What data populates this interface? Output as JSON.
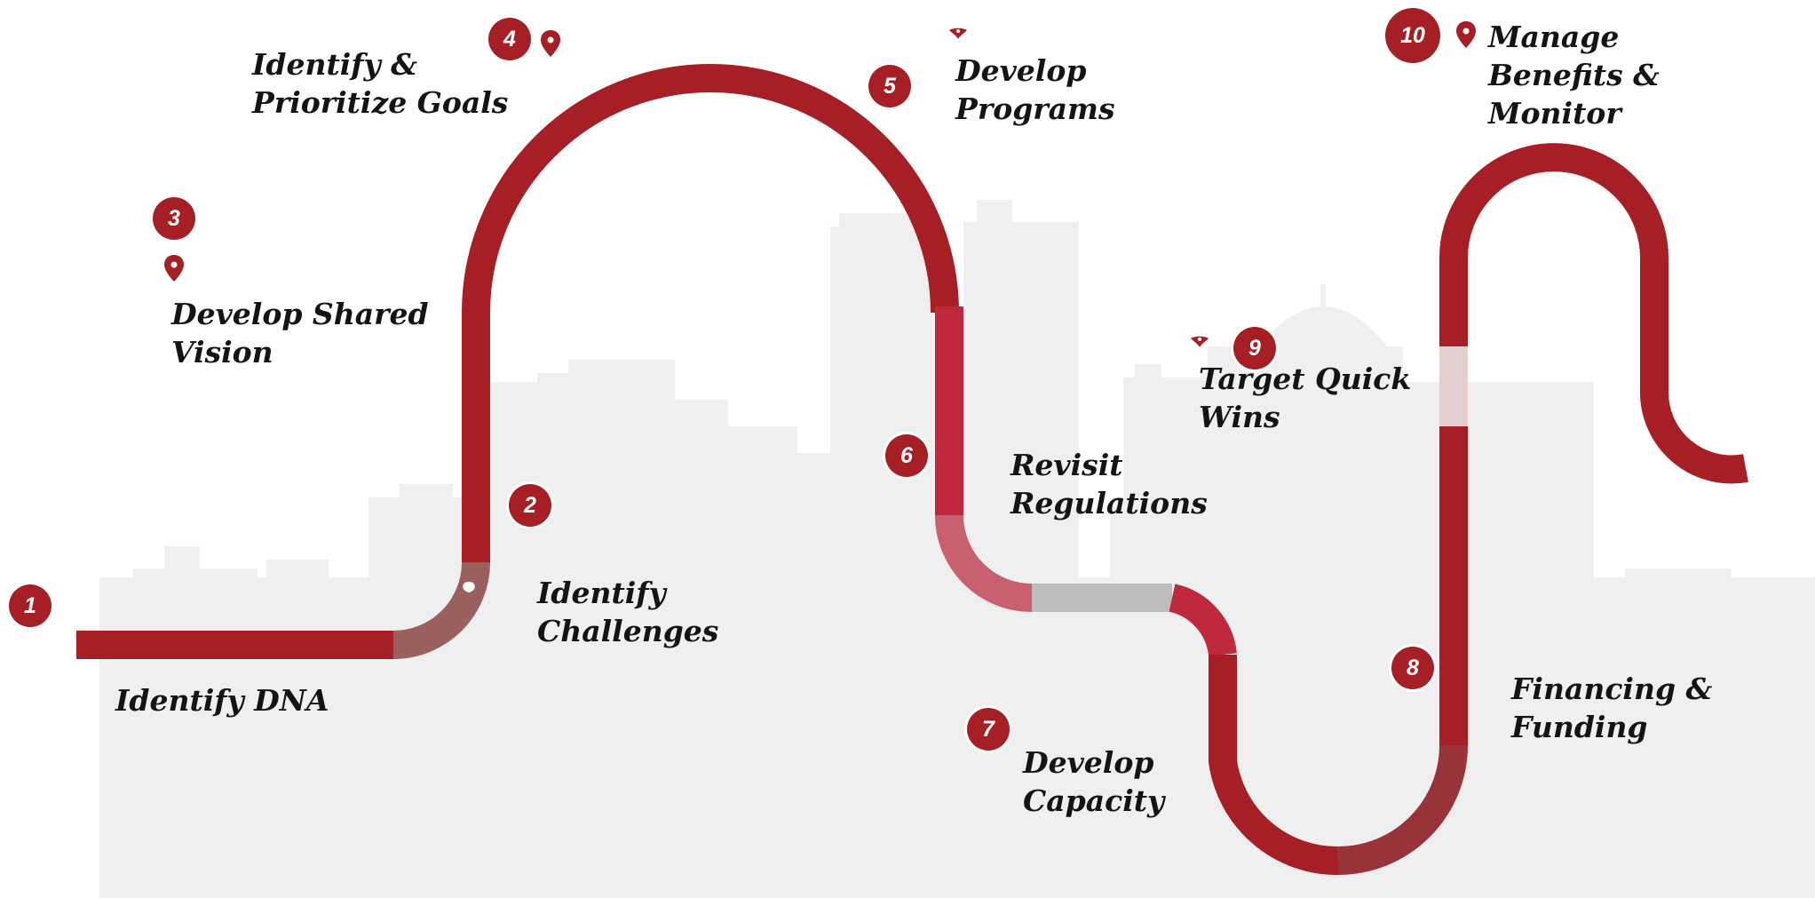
{
  "steps": [
    {
      "number": "1",
      "lines": [
        "Identify DNA"
      ]
    },
    {
      "number": "2",
      "lines": [
        "Identify",
        "Challenges"
      ]
    },
    {
      "number": "3",
      "lines": [
        "Develop Shared",
        "Vision"
      ]
    },
    {
      "number": "4",
      "lines": [
        "Identify &",
        "Prioritize Goals"
      ]
    },
    {
      "number": "5",
      "lines": [
        "Develop",
        "Programs"
      ]
    },
    {
      "number": "6",
      "lines": [
        "Revisit",
        "Regulations"
      ]
    },
    {
      "number": "7",
      "lines": [
        "Develop",
        "Capacity"
      ]
    },
    {
      "number": "8",
      "lines": [
        "Financing &",
        "Funding"
      ]
    },
    {
      "number": "9",
      "lines": [
        "Target Quick",
        "Wins"
      ]
    },
    {
      "number": "10",
      "lines": [
        "Manage",
        "Benefits &",
        "Monitor"
      ]
    }
  ],
  "colors": {
    "road": "#a51f24",
    "road_light_red": "#c0283e",
    "road_pink": "#c96070",
    "road_brown": "#9a6060",
    "road_dark": "#98333a",
    "road_gray": "#bdbdbd",
    "road_pale": "#e2d0d0",
    "skyline": "#efefef",
    "badge": "#a51f24",
    "text": "#141414"
  },
  "icons": [
    "map-pin-icon"
  ]
}
